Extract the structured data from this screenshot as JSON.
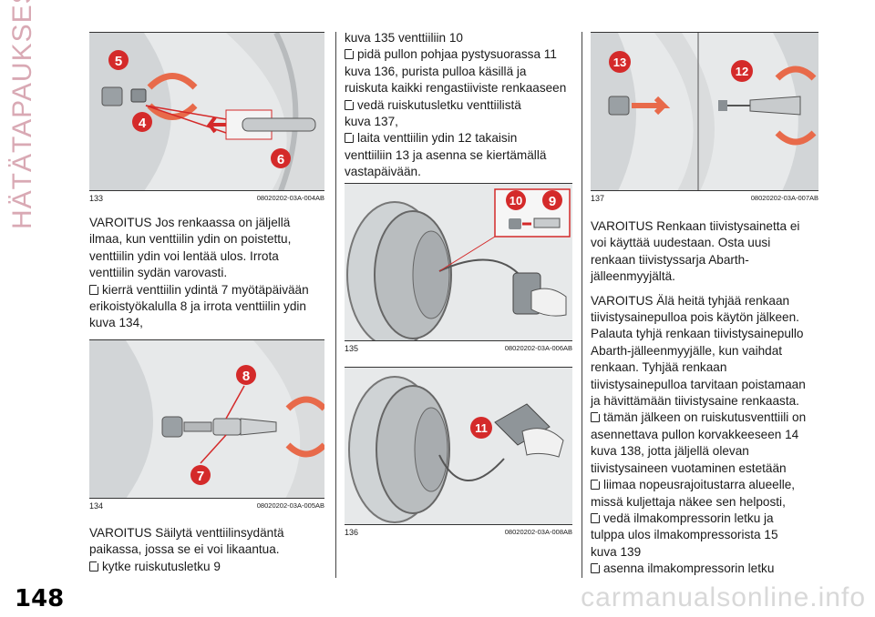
{
  "section_title": "HÄTÄTAPAUKSESSA",
  "page_number": "148",
  "watermark": "carmanualsonline.info",
  "figures": {
    "f133": {
      "num": "133",
      "code": "08020202-03A-004AB",
      "labels": [
        "5",
        "4",
        "6"
      ]
    },
    "f134": {
      "num": "134",
      "code": "08020202-03A-005AB",
      "labels": [
        "8",
        "7"
      ]
    },
    "f135": {
      "num": "135",
      "code": "08020202-03A-006AB",
      "labels": [
        "10",
        "9"
      ]
    },
    "f136": {
      "num": "136",
      "code": "08020202-03A-008AB",
      "labels": [
        "11"
      ]
    },
    "f137": {
      "num": "137",
      "code": "08020202-03A-007AB",
      "labels": [
        "13",
        "12"
      ]
    }
  },
  "col1": {
    "warning1": [
      "VAROITUS Jos renkaassa on jäljellä",
      "ilmaa, kun venttiilin ydin on poistettu,",
      "venttiilin ydin voi lentää ulos. Irrota",
      "venttiilin sydän varovasti."
    ],
    "step1": [
      "kierrä venttiilin ydintä 7 myötäpäivään",
      "erikoistyökalulla 8 ja irrota venttiilin ydin",
      "kuva 134,"
    ],
    "warning2": [
      "VAROITUS Säilytä venttiilinsydäntä",
      "paikassa, jossa se ei voi likaantua."
    ],
    "step2": [
      "kytke ruiskutusletku 9"
    ]
  },
  "col2": {
    "line0": "kuva 135 venttiiliin 10",
    "step1": [
      "pidä pullon pohjaa pystysuorassa 11",
      "kuva 136, purista pulloa käsillä ja",
      "ruiskuta kaikki rengastiiviste renkaaseen"
    ],
    "step2": [
      "vedä ruiskutusletku venttiilistä",
      "kuva 137,"
    ],
    "step3": [
      "laita venttiilin ydin 12 takaisin",
      "venttiiliin 13 ja asenna se kiertämällä",
      "vastapäivään."
    ]
  },
  "col3": {
    "warning1": [
      "VAROITUS Renkaan tiivistysainetta ei",
      "voi käyttää uudestaan. Osta uusi",
      "renkaan tiivistyssarja Abarth-",
      "jälleenmyyjältä."
    ],
    "warning2": [
      "VAROITUS Älä heitä tyhjää renkaan",
      "tiivistysainepulloa pois käytön jälkeen.",
      "Palauta tyhjä renkaan tiivistysainepullo",
      "Abarth-jälleenmyyjälle, kun vaihdat",
      "renkaan. Tyhjää renkaan",
      "tiivistysainepulloa tarvitaan poistamaan",
      "ja hävittämään tiivistysaine renkaasta."
    ],
    "step1": [
      "tämän jälkeen on ruiskutusventtiili on",
      "asennettava pullon korvakkeeseen 14",
      "kuva 138, jotta jäljellä olevan",
      "tiivistysaineen vuotaminen estetään"
    ],
    "step2": [
      "liimaa nopeusrajoitustarra alueelle,",
      "missä kuljettaja näkee sen helposti,"
    ],
    "step3": [
      "vedä ilmakompressorin letku ja",
      "tulppa ulos ilmakompressorista 15",
      "kuva 139"
    ],
    "step4": [
      "asenna ilmakompressorin letku"
    ]
  },
  "colors": {
    "accent_red": "#d42a2a",
    "section_pink": "#d9a9b4",
    "arrow_orange": "#e86a4a"
  }
}
